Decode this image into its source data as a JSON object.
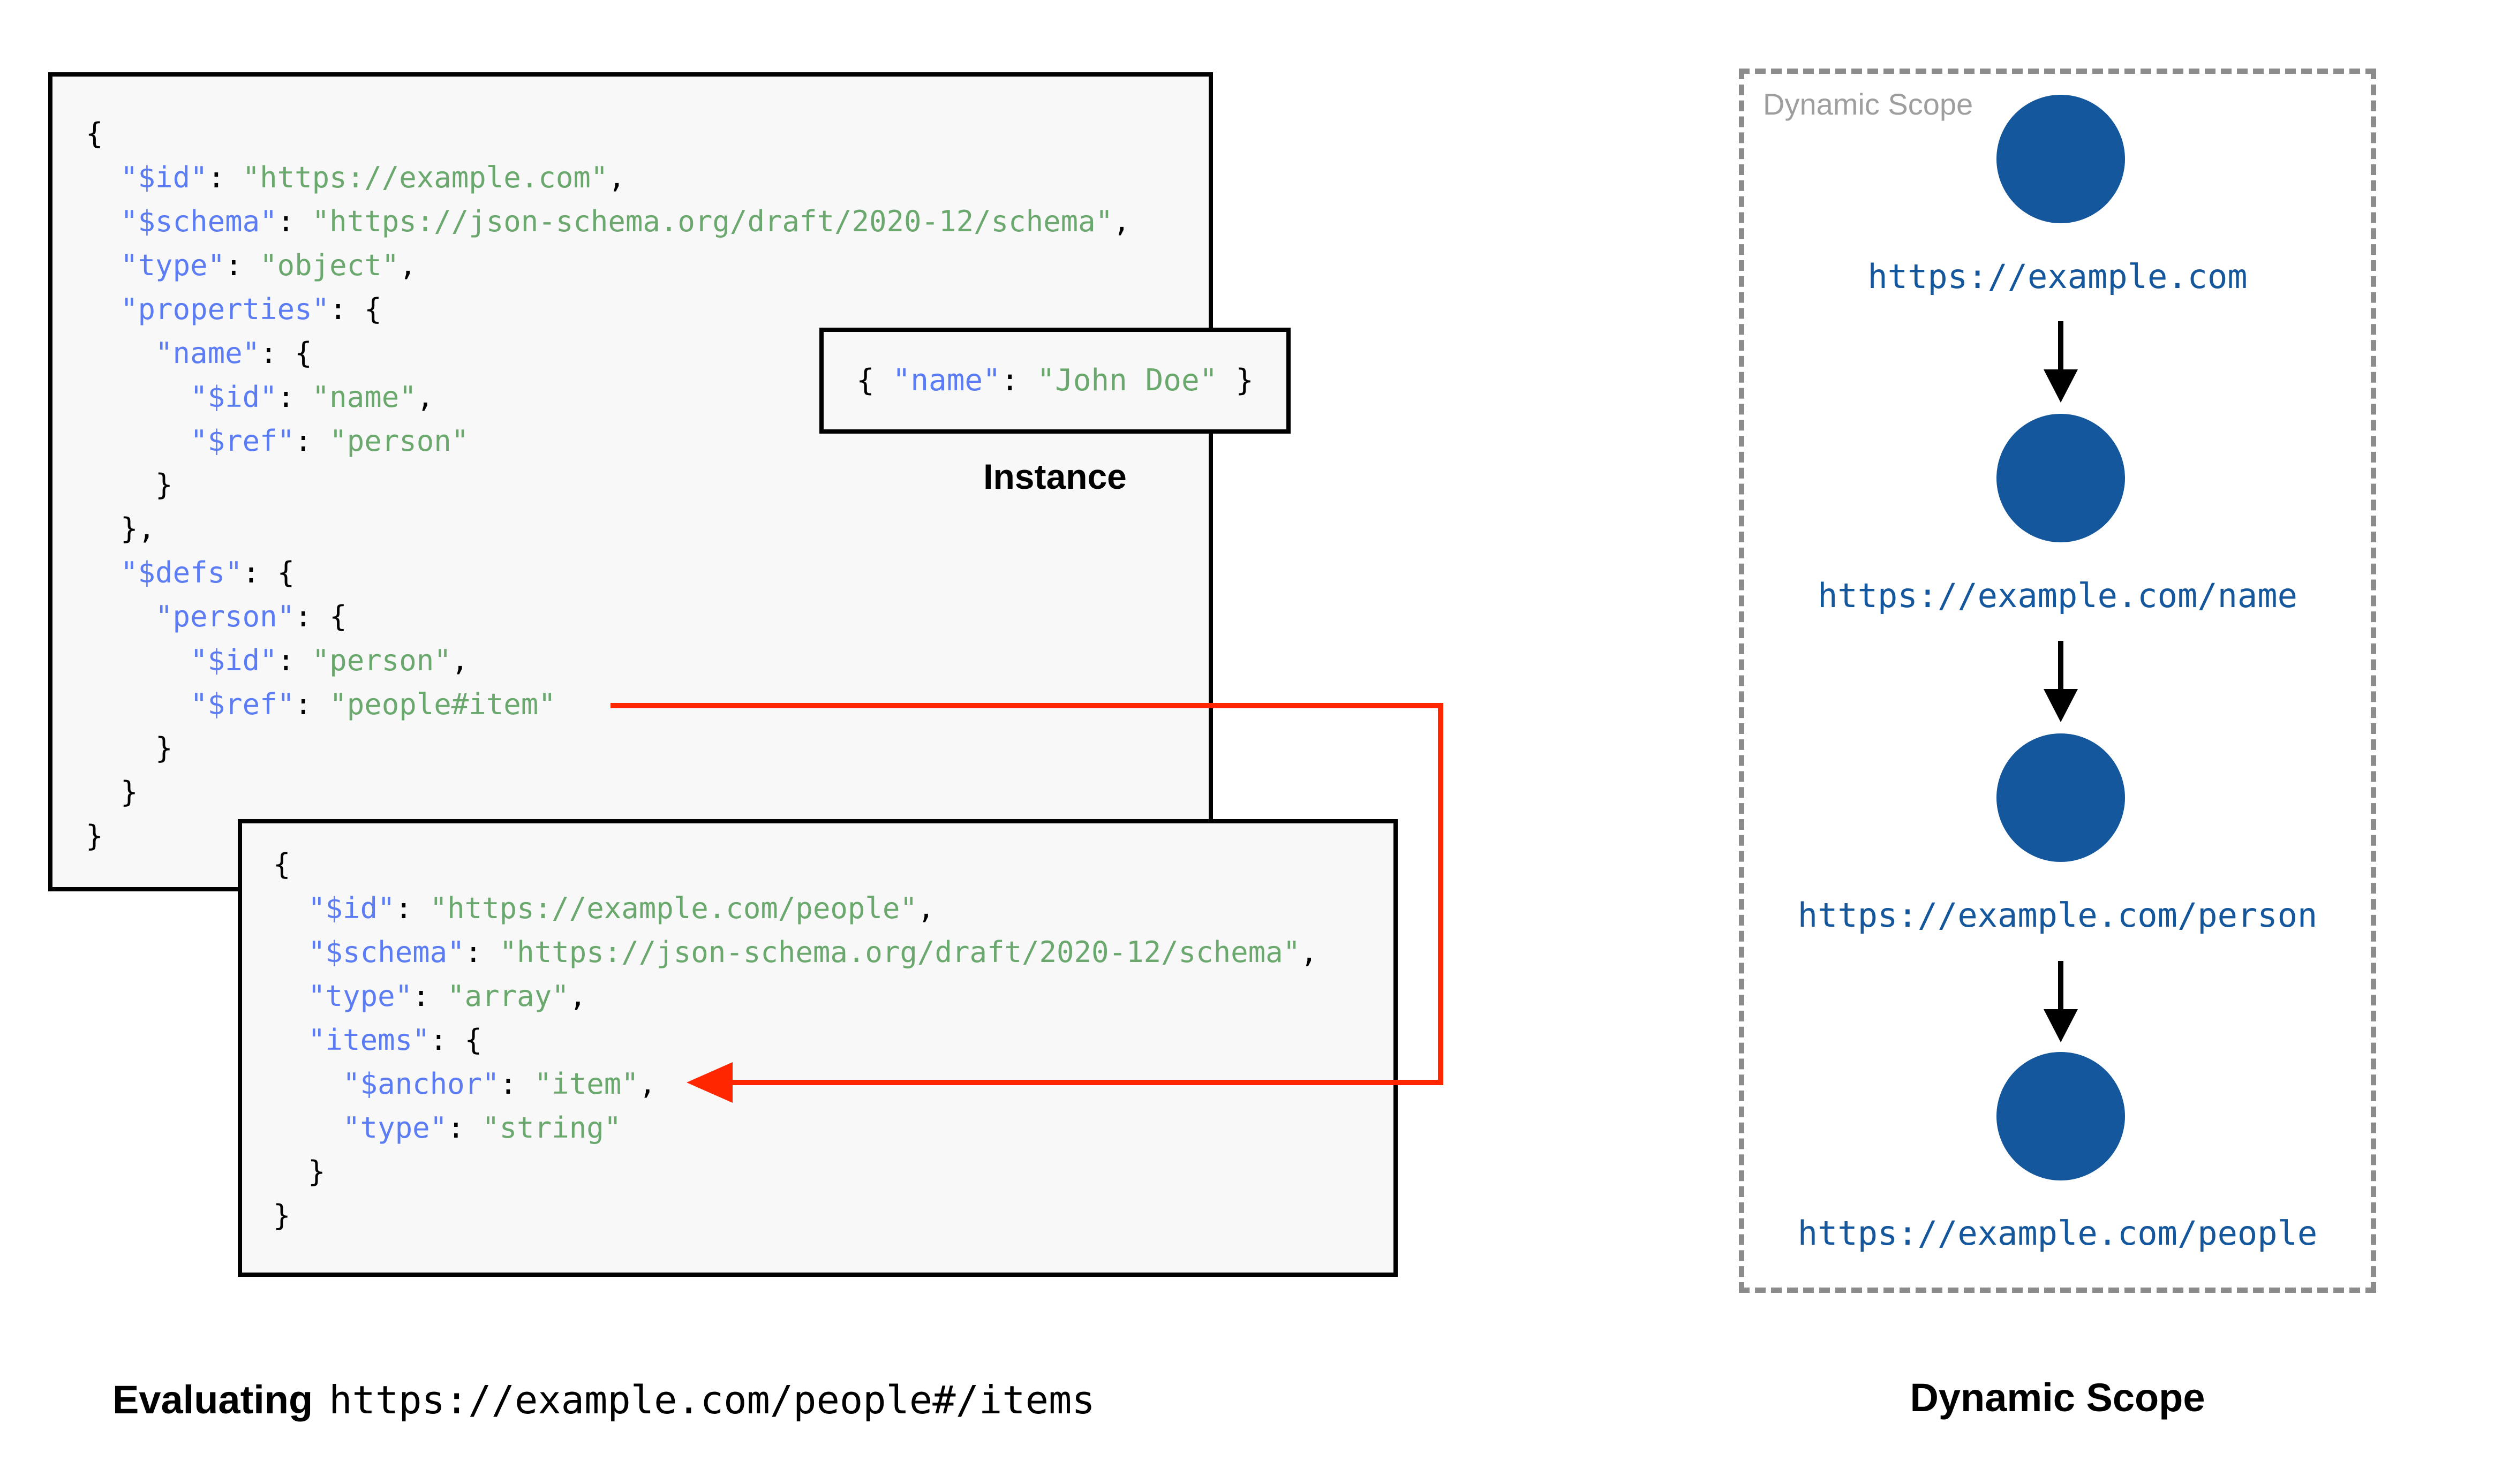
{
  "schema_box": {
    "lines": [
      "{",
      "  \"$id\": \"https://example.com\",",
      "  \"$schema\": \"https://json-schema.org/draft/2020-12/schema\",",
      "  \"type\": \"object\",",
      "  \"properties\": {",
      "    \"name\": {",
      "      \"$id\": \"name\",",
      "      \"$ref\": \"person\"",
      "    }",
      "  },",
      "  \"$defs\": {",
      "    \"person\": {",
      "      \"$id\": \"person\",",
      "      \"$ref\": \"people#item\"",
      "    }",
      "  }",
      "}"
    ]
  },
  "instance_box": {
    "code": "{ \"name\": \"John Doe\" }",
    "label": "Instance"
  },
  "people_box": {
    "lines": [
      "{",
      "  \"$id\": \"https://example.com/people\",",
      "  \"$schema\": \"https://json-schema.org/draft/2020-12/schema\",",
      "  \"type\": \"array\",",
      "  \"items\": {",
      "    \"$anchor\": \"item\",",
      "    \"type\": \"string\"",
      "  }",
      "}"
    ]
  },
  "dynamic_scope": {
    "frame_label": "Dynamic Scope",
    "caption": "Dynamic Scope",
    "nodes": [
      {
        "label": "https://example.com"
      },
      {
        "label": "https://example.com/name"
      },
      {
        "label": "https://example.com/person"
      },
      {
        "label": "https://example.com/people"
      }
    ]
  },
  "evaluating": {
    "prefix": "Evaluating",
    "uri": "https://example.com/people#/items"
  },
  "colors": {
    "key": "#5b7cf2",
    "string": "#6aa86e",
    "node": "#15579c",
    "node_label": "#15579c",
    "red": "#ff2600",
    "frame": "#8c8c8c",
    "frame_label": "#9e9e9e",
    "box_bg": "#f8f8f8",
    "box_border": "#000000"
  }
}
